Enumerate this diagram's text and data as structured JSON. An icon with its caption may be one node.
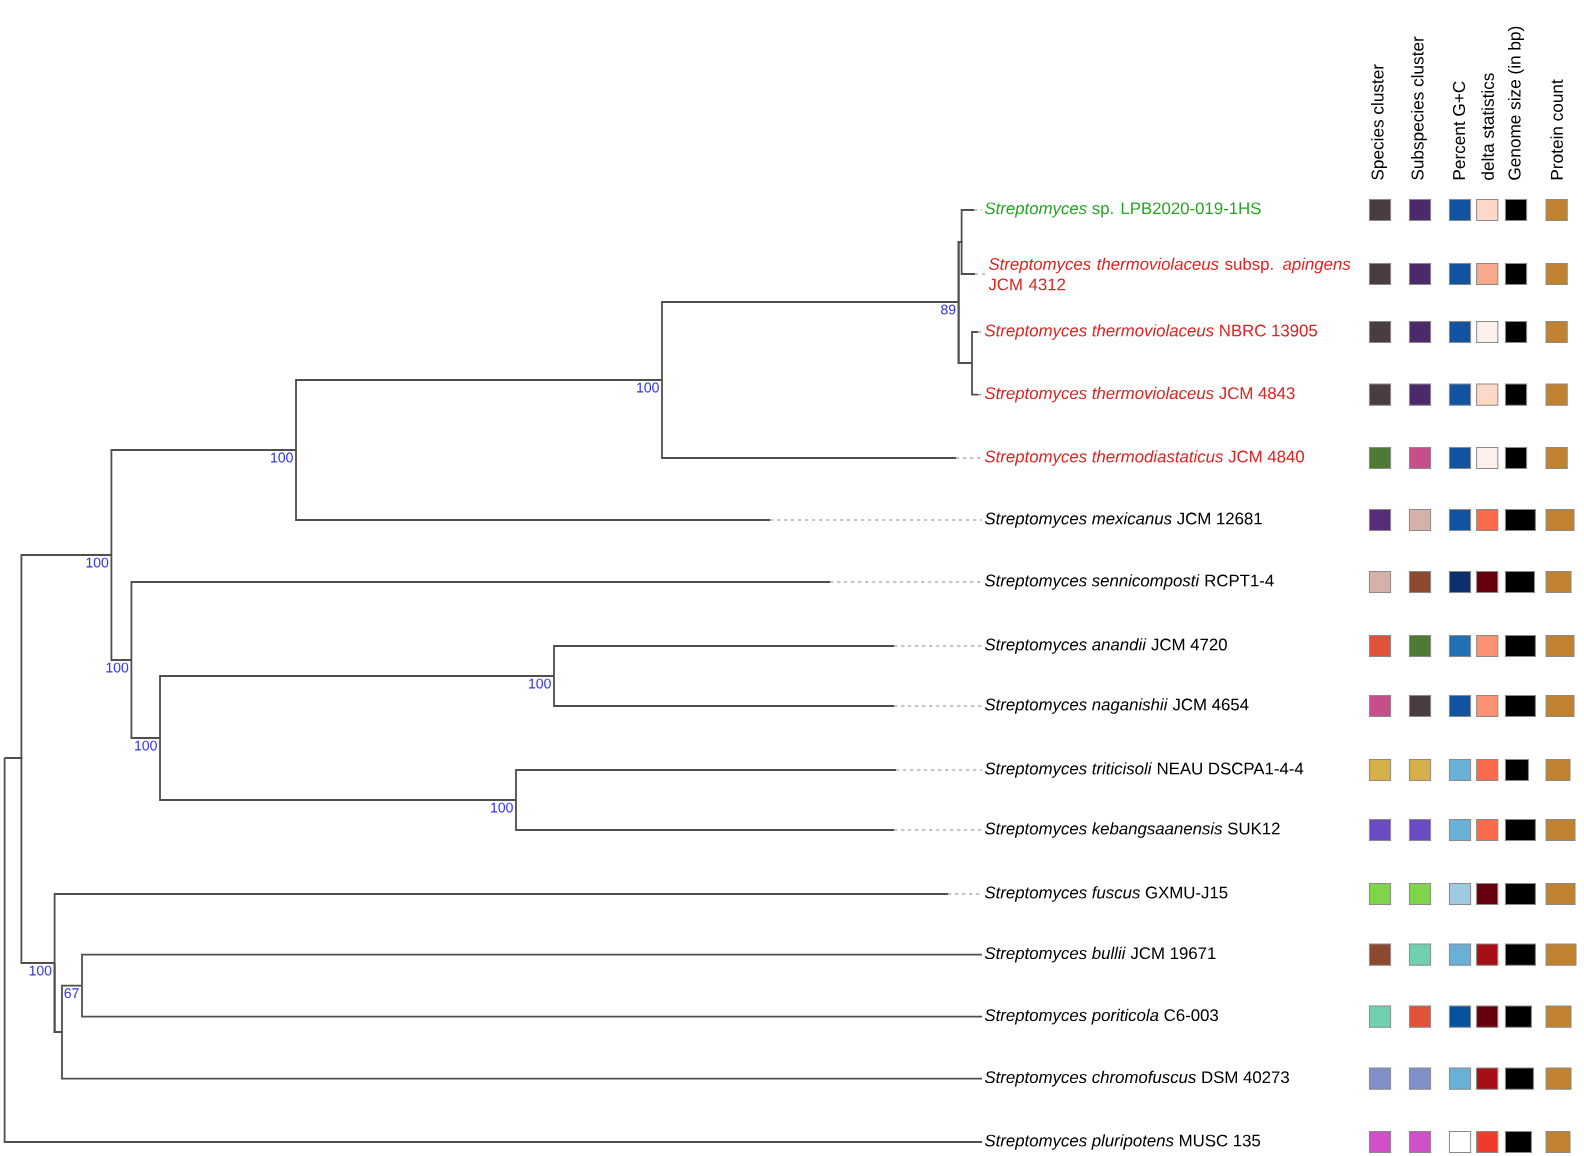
{
  "diagram": {
    "nodes": [
      {
        "text": [
          "*Streptomyces* sp. LPB2020-019-1HS"
        ]
      },
      {
        "text": [
          "*Streptomyces thermoviolaceus* subsp. *apingens* JCM 4312"
        ]
      },
      {
        "text": [
          "*Streptomyces thermoviolaceus* NBRC 13905"
        ]
      },
      {
        "text": [
          "*Streptomyces thermoviolaceus* JCM 4843"
        ]
      },
      {
        "text": [
          "*Streptomyces thermodiastaticus* JCM 4840"
        ]
      },
      {
        "text": [
          "*Streptomyces mexicanus* JCM 12681"
        ]
      },
      {
        "text": [
          "*Streptomyces sennicomposti* RCPT1-4"
        ]
      },
      {
        "text": [
          "*Streptomyces anandii* JCM 4720"
        ]
      },
      {
        "text": [
          "*Streptomyces naganishii* JCM 4654"
        ]
      },
      {
        "text": [
          "*Streptomyces triticisoli* NEAU DSCPA1-4-4"
        ]
      },
      {
        "text": [
          "*Streptomyces kebangsaanensis* SUK12"
        ]
      },
      {
        "text": [
          "*Streptomyces fuscus* GXMU-J15"
        ]
      },
      {
        "text": [
          "*Streptomyces bullii* JCM 19671"
        ]
      },
      {
        "text": [
          "*Streptomyces poriticola* C6-003"
        ]
      },
      {
        "text": [
          "*Streptomyces chromofuscus* DSM 40273"
        ]
      },
      {
        "text": [
          "*Streptomyces pluripotens* MUSC 135"
        ]
      },
      {
        "text": [
          "89"
        ]
      },
      {
        "text": [
          "100"
        ]
      },
      {
        "text": [
          "100"
        ]
      },
      {
        "text": [
          "100"
        ]
      },
      {
        "text": [
          "100"
        ]
      },
      {
        "text": [
          "100"
        ]
      },
      {
        "text": [
          "100"
        ]
      },
      {
        "text": [
          "100"
        ]
      },
      {
        "text": [
          "100"
        ]
      },
      {
        "text": [
          "67"
        ]
      }
    ],
    "edges": [
      {
        "from": 16,
        "to": 0,
        "arrow": "none"
      },
      {
        "from": 16,
        "to": 1,
        "arrow": "none"
      },
      {
        "from": 16,
        "to": 2,
        "arrow": "none"
      },
      {
        "from": 16,
        "to": 3,
        "arrow": "none"
      },
      {
        "from": 17,
        "to": 16,
        "arrow": "none"
      },
      {
        "from": 17,
        "to": 4,
        "arrow": "none"
      },
      {
        "from": 18,
        "to": 17,
        "arrow": "none"
      },
      {
        "from": 18,
        "to": 5,
        "arrow": "none"
      },
      {
        "from": 19,
        "to": 18,
        "arrow": "none"
      },
      {
        "from": 19,
        "to": 20,
        "arrow": "none"
      },
      {
        "from": 20,
        "to": 6,
        "arrow": "none"
      },
      {
        "from": 20,
        "to": 22,
        "arrow": "none"
      },
      {
        "from": 22,
        "to": 21,
        "arrow": "none"
      },
      {
        "from": 22,
        "to": 23,
        "arrow": "none"
      },
      {
        "from": 21,
        "to": 7,
        "arrow": "none"
      },
      {
        "from": 21,
        "to": 8,
        "arrow": "none"
      },
      {
        "from": 23,
        "to": 9,
        "arrow": "none"
      },
      {
        "from": 23,
        "to": 10,
        "arrow": "none"
      },
      {
        "from": 24,
        "to": 11,
        "arrow": "none"
      },
      {
        "from": 24,
        "to": 25,
        "arrow": "none"
      },
      {
        "from": 24,
        "to": 14,
        "arrow": "none"
      },
      {
        "from": 25,
        "to": 12,
        "arrow": "none"
      },
      {
        "from": 25,
        "to": 13,
        "arrow": "none"
      },
      {
        "from": null,
        "to": 19,
        "arrow": "none"
      },
      {
        "from": null,
        "to": 24,
        "arrow": "none"
      },
      {
        "from": null,
        "to": 15,
        "arrow": "none"
      }
    ],
    "labels": [
      "Species cluster",
      "Subspecies cluster",
      "Percent G+C",
      "delta statistics",
      "Genome size (in bp)",
      "Protein count"
    ]
  }
}
